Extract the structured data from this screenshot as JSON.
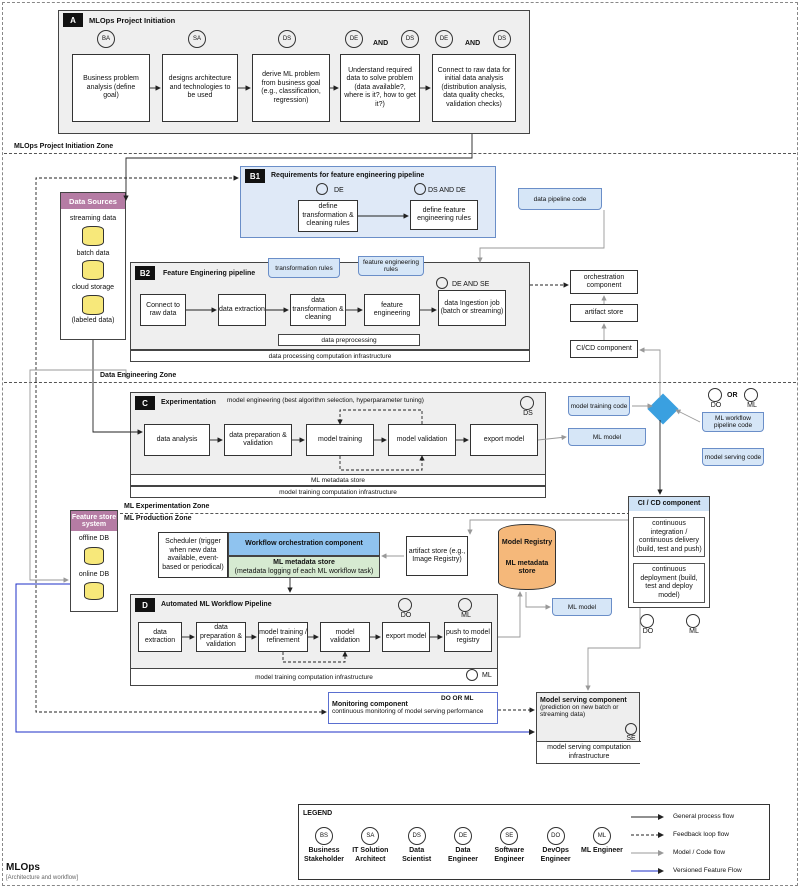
{
  "sections": {
    "a": {
      "badge": "A",
      "title": "MLOps Project Initiation",
      "roles": [
        "BA",
        "SA",
        "DS",
        "DE",
        "DS",
        "DE",
        "DS"
      ],
      "and1": "AND",
      "and2": "AND",
      "steps": [
        "Business problem analysis (define goal)",
        "designs architecture and technologies to be used",
        "derive ML problem from business goal (e.g., classification, regression)",
        "Understand required data to solve problem (data available?, where is it?, how to get it?)",
        "Connect to raw data for initial data analysis (distribution analysis, data quality checks, validation checks)"
      ]
    },
    "b1": {
      "badge": "B1",
      "title": "Requirements for feature engineering pipeline",
      "role1": "DE",
      "role2": "DS AND DE",
      "step1": "define transformation & cleaning rules",
      "step2": "define feature engineering rules"
    },
    "b2": {
      "badge": "B2",
      "title": "Feature Enginering pipeline",
      "doc1": "transformation rules",
      "doc2": "feature engineering rules",
      "role": "DE AND SE",
      "steps": [
        "Connect to raw data",
        "data extraction",
        "data transformation & cleaning",
        "feature engineering",
        "data Ingestion job (batch or streaming)"
      ],
      "preprocessing": "data preprocessing",
      "infra": "data processing computation infrastructure"
    },
    "c": {
      "badge": "C",
      "title": "Experimentation",
      "subtitle": "model engineering (best algorithm selection, hyperparameter tuning)",
      "role": "DS",
      "steps": [
        "data analysis",
        "data preparation & validation",
        "model training",
        "model validation",
        "export model"
      ],
      "metadata": "ML metadata store",
      "infra": "model training computation infrastructure"
    },
    "d": {
      "badge": "D",
      "title": "Automated ML Workflow Pipeline",
      "roles": [
        "DO",
        "ML",
        "ML"
      ],
      "steps": [
        "data extraction",
        "data preparation & validation",
        "model training / refinement",
        "model validation",
        "export model",
        "push to model registry"
      ],
      "infra": "model training computation infrastructure"
    },
    "data_sources": {
      "title": "Data Sources",
      "items": [
        "streaming data",
        "batch data",
        "cloud storage",
        "(labeled data)"
      ]
    },
    "feature_store": {
      "title": "Feature store system",
      "items": [
        "offline DB",
        "online DB"
      ]
    },
    "right": {
      "data_pipeline_code": "data pipeline code",
      "orchestration": "orchestration component",
      "artifact_store": "artifact store",
      "cicd": "CI/CD component",
      "model_training_code": "model training code",
      "ml_model": "ML model",
      "workflow_code": "ML workflow pipeline code",
      "serving_code": "model serving code",
      "or": "OR",
      "roles": [
        "DO",
        "ML"
      ]
    },
    "cicd_box": {
      "title": "CI / CD component",
      "ci": "continuous integration / continuous delivery (build, test and push)",
      "cd": "continuous deployment (build, test and deploy model)",
      "roles": [
        "DO",
        "ML"
      ]
    },
    "scheduler": "Scheduler (trigger when new data available, event-based or periodical)",
    "wf_orch": "Workflow orchestration component",
    "wf_meta": "ML metadata store",
    "wf_meta_sub": "(metadata logging of each ML workflow task)",
    "artifact_store2": "artifact store (e.g., Image Registry)",
    "model_registry": "Model Registry",
    "model_registry_meta": "ML metadata store",
    "ml_model2": "ML model",
    "monitoring": {
      "title": "Monitoring component",
      "sub": "continuous monitoring of model serving performance",
      "roles": "DO OR ML"
    },
    "serving": {
      "title": "Model serving component",
      "sub": "(prediction on new batch or streaming data)",
      "role": "SE",
      "infra": "model serving computation infrastructure"
    }
  },
  "zones": {
    "initiation": "MLOps Project Initiation Zone",
    "engineering": "Data Engineering Zone",
    "experimentation": "ML Experimentation Zone",
    "production": "ML Production Zone"
  },
  "legend": {
    "title": "LEGEND",
    "roles": [
      {
        "abbr": "BS",
        "name": "Business Stakeholder"
      },
      {
        "abbr": "SA",
        "name": "IT Solution Architect"
      },
      {
        "abbr": "DS",
        "name": "Data Scientist"
      },
      {
        "abbr": "DE",
        "name": "Data Engineer"
      },
      {
        "abbr": "SE",
        "name": "Software Engineer"
      },
      {
        "abbr": "DO",
        "name": "DevOps Engineer"
      },
      {
        "abbr": "ML",
        "name": "ML Engineer"
      }
    ],
    "flows": [
      "General process flow",
      "Feedback loop flow",
      "Model / Code flow",
      "Versioned Feature Flow"
    ]
  },
  "footer": {
    "title": "MLOps",
    "subtitle": "[Architecture and workflow]"
  }
}
